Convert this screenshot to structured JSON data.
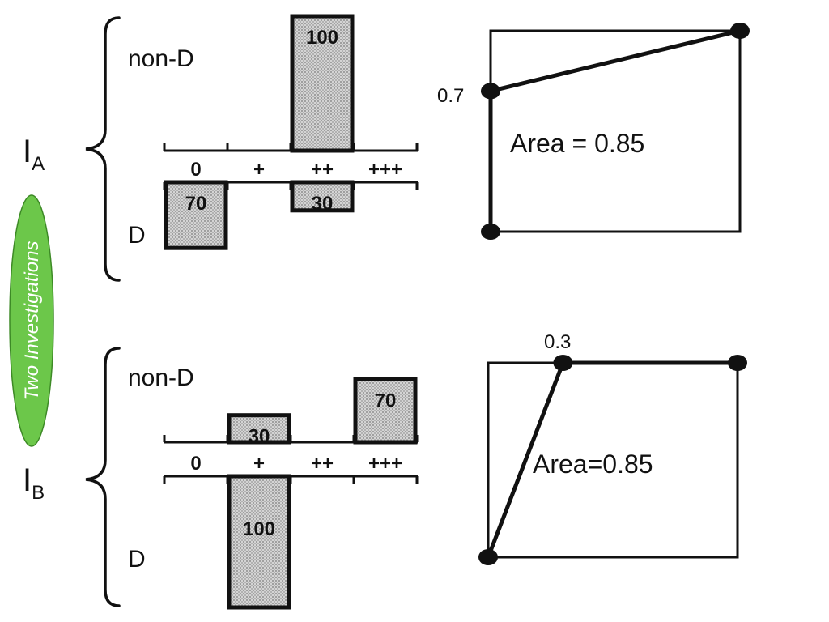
{
  "badge": {
    "text": "Two Investigations",
    "fill": "#6cc74a"
  },
  "chart_data": [
    {
      "type": "bar",
      "panel": "I_A histogram",
      "label_main": "I",
      "label_sub": "A",
      "categories": [
        "0",
        "+",
        "++",
        "+++"
      ],
      "series": [
        {
          "name": "non-D",
          "values": [
            0,
            0,
            100,
            0
          ]
        },
        {
          "name": "D",
          "values": [
            70,
            0,
            30,
            0
          ]
        }
      ],
      "ylim": [
        0,
        100
      ]
    },
    {
      "type": "line",
      "panel": "I_A ROC",
      "points": [
        [
          0,
          0
        ],
        [
          0,
          0.7
        ],
        [
          1,
          1
        ]
      ],
      "point_labels": [
        {
          "x": 0,
          "y": 0.7,
          "text": "0.7"
        }
      ],
      "annotation": "Area = 0.85",
      "xlim": [
        0,
        1
      ],
      "ylim": [
        0,
        1
      ]
    },
    {
      "type": "bar",
      "panel": "I_B histogram",
      "label_main": "I",
      "label_sub": "B",
      "categories": [
        "0",
        "+",
        "++",
        "+++"
      ],
      "series": [
        {
          "name": "non-D",
          "values": [
            0,
            30,
            0,
            70
          ]
        },
        {
          "name": "D",
          "values": [
            0,
            100,
            0,
            0
          ]
        }
      ],
      "ylim": [
        0,
        100
      ]
    },
    {
      "type": "line",
      "panel": "I_B ROC",
      "points": [
        [
          0,
          0
        ],
        [
          0.3,
          1
        ],
        [
          1,
          1
        ]
      ],
      "point_labels": [
        {
          "x": 0.3,
          "y": 1,
          "text": "0.3"
        }
      ],
      "annotation": "Area=0.85",
      "xlim": [
        0,
        1
      ],
      "ylim": [
        0,
        1
      ]
    }
  ]
}
